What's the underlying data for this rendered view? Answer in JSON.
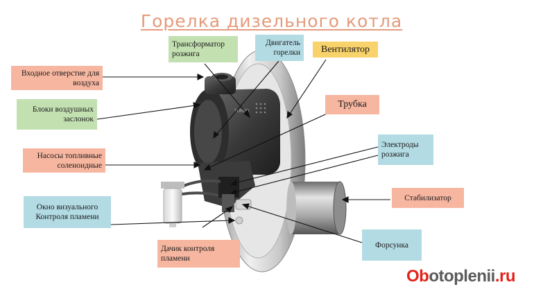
{
  "title": "Горелка дизельного котла",
  "labels": {
    "transformer": "Трансформатор розжига",
    "motor": "Двигатель горелки",
    "fan": "Вентилятор",
    "air_inlet": "Входное отверстие для воздуха",
    "dampers": "Блоки воздушных заслонок",
    "tube": "Трубка",
    "electrodes": "Электроды розжига",
    "pumps": "Насосы топливные соленоидные",
    "stabilizer": "Стабилизатор",
    "window": "Окно визуального Контроля пламени",
    "nozzle": "Форсунка",
    "sensor": "Дачик контроля пламени"
  },
  "device": {
    "plate_text": "TURBO"
  },
  "brand": {
    "prefix": "Ob",
    "middle": "otoplenii",
    "suffix": ".ru"
  }
}
